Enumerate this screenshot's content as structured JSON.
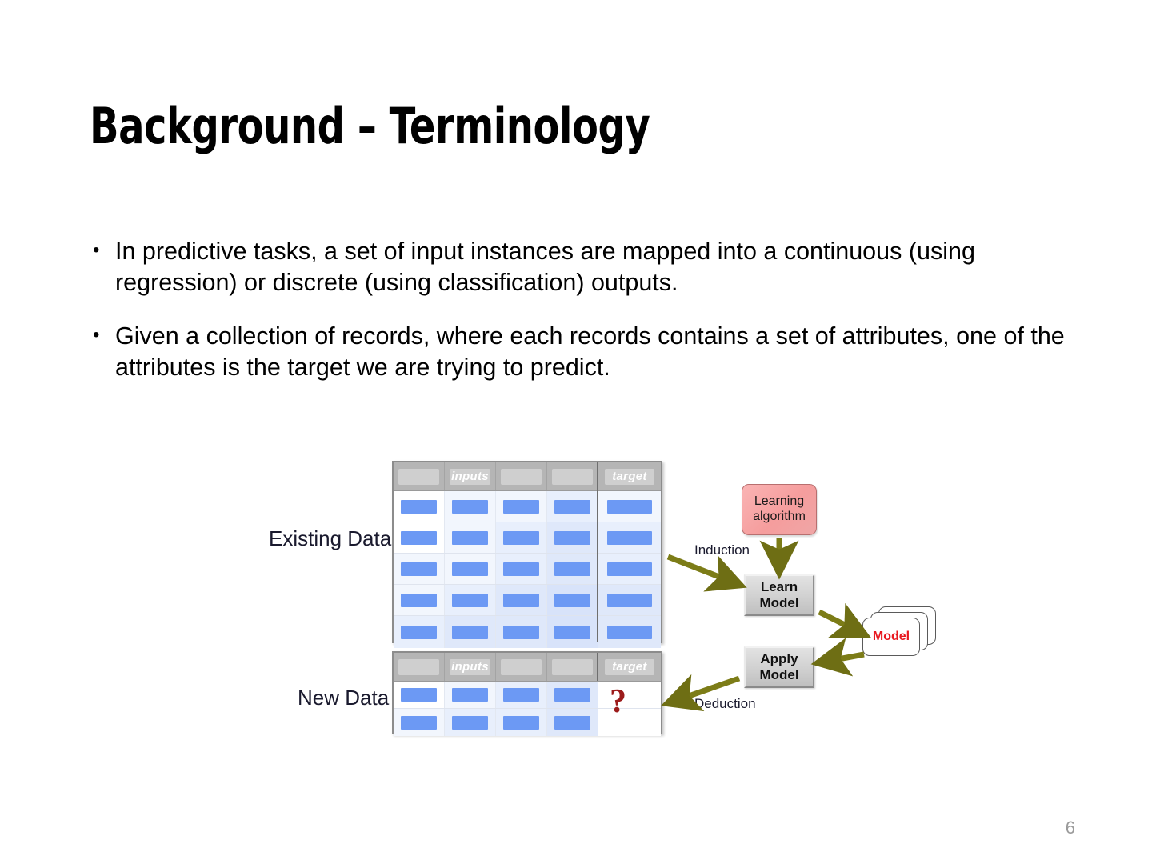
{
  "slide": {
    "title": "Background – Terminology",
    "page_number": "6"
  },
  "body": {
    "bullets": [
      "In predictive tasks, a set of input instances are mapped into a continuous (using regression) or discrete (using classification) outputs.",
      "Given a collection of records, where each records contains a set of attributes, one of the attributes is the target we are trying to predict."
    ]
  },
  "figure": {
    "labels": {
      "existing_data": "Existing Data",
      "new_data": "New Data",
      "induction": "Induction",
      "deduction": "Deduction",
      "question_mark": "?"
    },
    "tables": {
      "existing": {
        "header": {
          "inputs": "inputs",
          "target": "target"
        },
        "input_columns": 4,
        "rows": 5,
        "has_target_cells": true
      },
      "new": {
        "header": {
          "inputs": "inputs",
          "target": "target"
        },
        "input_columns": 4,
        "rows": 2,
        "has_target_cells": false
      }
    },
    "boxes": {
      "learning_algorithm": "Learning algorithm",
      "learn_model_line1": "Learn",
      "learn_model_line2": "Model",
      "apply_model_line1": "Apply",
      "apply_model_line2": "Model",
      "model": "Model"
    }
  },
  "colors": {
    "data_bar_blue": "#6c99f4",
    "table_header_gray": "#b5b5b5",
    "header_pill_gray": "#cfcfcf",
    "learning_algorithm_pink": "#f59d9d",
    "process_box_gray": "#d2d2d2",
    "arrow_olive": "#7c7c17",
    "model_text_red": "#e8181f",
    "question_red": "#9c1b1b",
    "page_number_gray": "#9a9a9a",
    "background": "#ffffff"
  }
}
